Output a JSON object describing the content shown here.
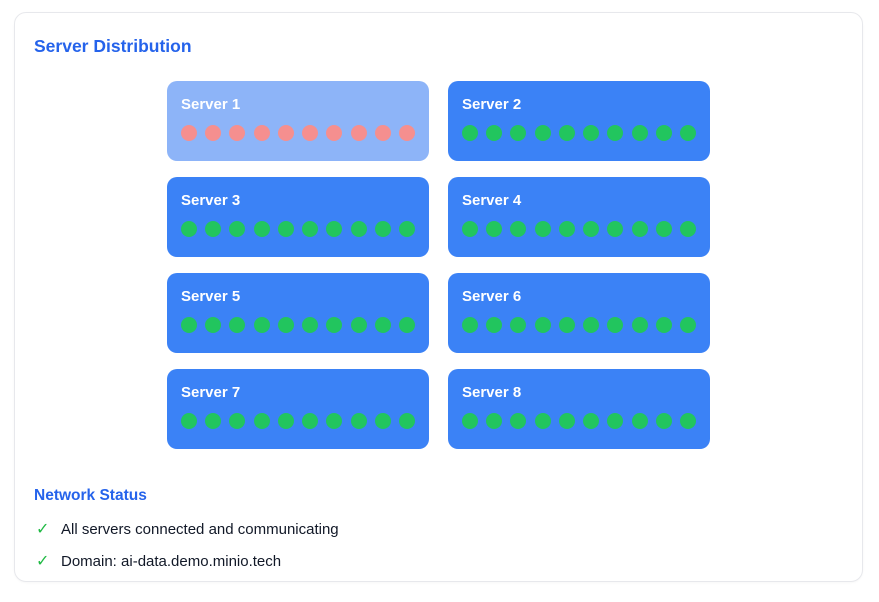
{
  "panel": {
    "title": "Server Distribution"
  },
  "servers": [
    {
      "label": "Server 1",
      "status": "offline",
      "dots": 10
    },
    {
      "label": "Server 2",
      "status": "online",
      "dots": 10
    },
    {
      "label": "Server 3",
      "status": "online",
      "dots": 10
    },
    {
      "label": "Server 4",
      "status": "online",
      "dots": 10
    },
    {
      "label": "Server 5",
      "status": "online",
      "dots": 10
    },
    {
      "label": "Server 6",
      "status": "online",
      "dots": 10
    },
    {
      "label": "Server 7",
      "status": "online",
      "dots": 10
    },
    {
      "label": "Server 8",
      "status": "online",
      "dots": 10
    }
  ],
  "network": {
    "heading": "Network Status",
    "check_icon": "✓",
    "items": [
      "All servers connected and communicating",
      "Domain: ai-data.demo.minio.tech"
    ]
  },
  "colors": {
    "accent_blue": "#2563eb",
    "server_online_bg": "#3b82f6",
    "server_offline_bg": "#8db4f8",
    "dot_online": "#22c55e",
    "dot_offline": "#f58f8f",
    "check_green": "#21ba45",
    "text_dark": "#111827",
    "panel_border": "#e7e8ec"
  }
}
